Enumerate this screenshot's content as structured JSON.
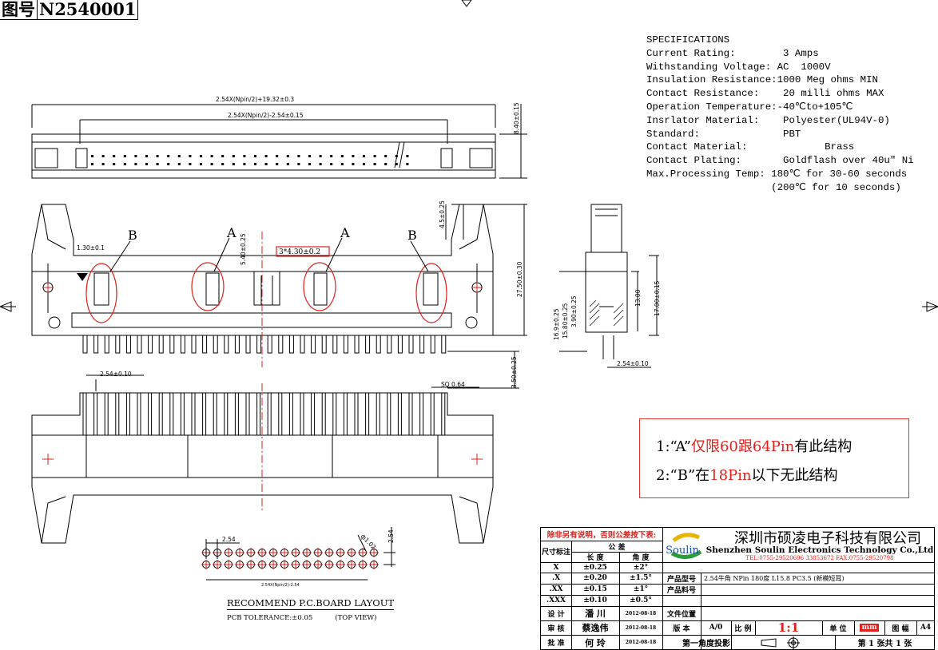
{
  "drawing_number": {
    "label": "图号",
    "value": "N2540001"
  },
  "specifications": {
    "title": "SPECIFICATIONS",
    "rows": [
      "Current Rating:        3 Amps",
      "Withstanding Voltage: AC  1000V",
      "Insulation Resistance:1000 Meg ohms MIN",
      "Contact Resistance:    20 milli ohms MAX",
      "Operation Temperature:-40℃to+105℃",
      "Insrlator Material:    Polyester(UL94V-0)",
      "Standard:              PBT",
      "Contact Material:             Brass",
      "Contact Plating:       Goldflash over 40u\" Ni",
      "Max.Processing Temp: 180℃ for 30-60 seconds",
      "                     (200℃ for 10 seconds)"
    ]
  },
  "dimensions": {
    "overall_length": "2.54X(Npin/2)+19.32±0.3",
    "pin_span": "2.54X(Npin/2)-2.54±0.15",
    "top_height": "8.40±0.15",
    "latch_width": "4.5±0.25",
    "height": "27.50±0.30",
    "pitch_small": "1.30±0.1",
    "slot_depth": "5.40±0.25",
    "slot_repeat": "3*4.30±0.2",
    "pin_pitch": "2.54±0.10",
    "pin_len": "3.50±0.25",
    "pin_sq": "SQ 0.64",
    "side_a": "16.9±0.25",
    "side_b": "15.80±0.25",
    "side_c": "3.90±0.25",
    "side_d": "13.00",
    "side_e": "17.00±0.15",
    "side_pitch": "2.54±0.10",
    "pcb_pitch": "2.54",
    "pcb_pitch_v": "2.54",
    "pcb_hole": "ф1.02",
    "pcb_span": "2.54X(Npin/2)-2.54"
  },
  "labels": {
    "a": "A",
    "b": "B"
  },
  "notes": {
    "n1_pre": "1:“A”",
    "n1_red": "仅限60跟64Pin",
    "n1_post": "有此结构",
    "n2_pre": "2:“B”在",
    "n2_red": "18Pin",
    "n2_post": "以下无此结构"
  },
  "pcb_layout": {
    "title": "RECOMMEND P.C.BOARD LAYOUT",
    "tolerance": "PCB TOLERANCE:±0.05",
    "view": "(TOP VIEW)"
  },
  "title_block": {
    "warning": "除非另有说明，否则公差按下表:",
    "size_label": "尺寸标注",
    "tol_header": "公 差",
    "len_header": "长 度",
    "ang_header": "角 度",
    "rows": [
      {
        "grade": "X",
        "len": "±0.25",
        "ang": "±2°"
      },
      {
        "grade": ".X",
        "len": "±0.20",
        "ang": "±1.5°"
      },
      {
        "grade": ".XX",
        "len": "±0.15",
        "ang": "±1°"
      },
      {
        "grade": ".XXX",
        "len": "±0.10",
        "ang": "±0.5°"
      }
    ],
    "design": {
      "role": "设 计",
      "name": "潘 川",
      "date": "2012-08-18"
    },
    "review": {
      "role": "审 核",
      "name": "蔡逸伟",
      "date": "2012-08-18"
    },
    "approve": {
      "role": "批 准",
      "name": "何 玲",
      "date": "2012-08-18"
    },
    "brand": "Soulin",
    "company_cn": "深圳市硕凌电子科技有限公司",
    "company_en": "Shenzhen Soulin Electronics Technology Co.,Ltd",
    "contact": "TEL:0755-29520696 33853672  FAX:0755-29520798",
    "product_model_label": "产品型号",
    "product_model": "2.54牛角 NPin 180度 L15.8 PC3.5 (新模短耳)",
    "product_no_label": "产品料号",
    "file_loc_label": "文件位置",
    "version_label": "版 本",
    "version": "A/0",
    "scale_label": "比 例",
    "scale": "1:1",
    "unit_label": "单 位",
    "unit": "mm",
    "size_label2": "图 幅",
    "size": "A4",
    "projection": "第一角度投影",
    "sheet": "第 1 张共 1 张"
  },
  "colors": {
    "red": "#e0201a",
    "line": "#000000",
    "brand_blue": "#1a4fa3"
  }
}
